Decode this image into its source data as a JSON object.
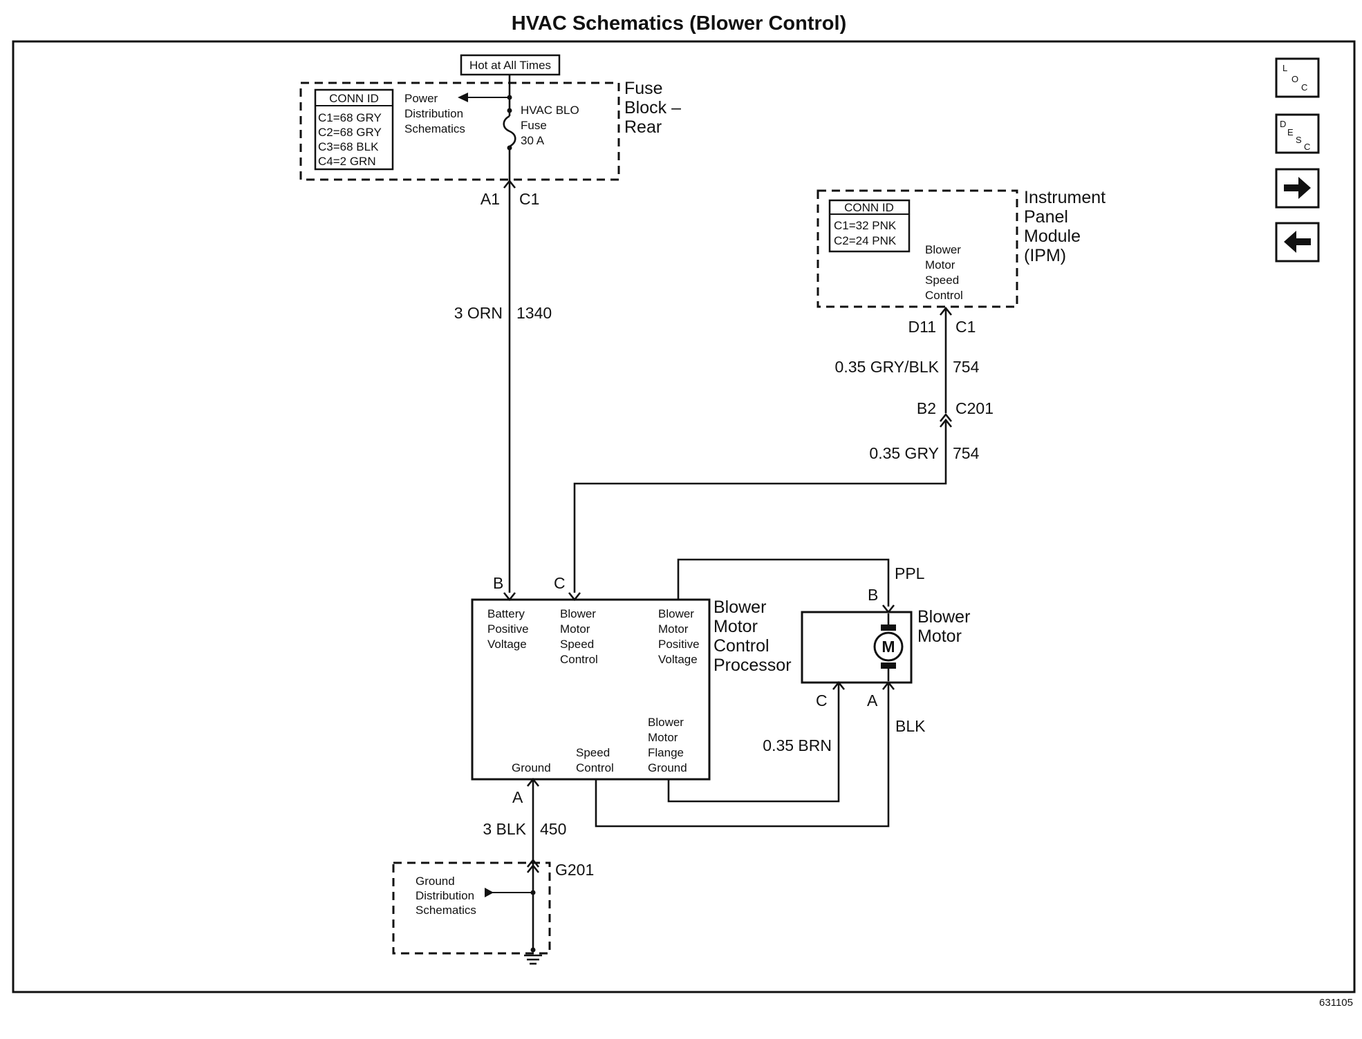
{
  "title": "HVAC Schematics (Blower Control)",
  "hot_label": "Hot at All Times",
  "fuse_block": {
    "name": [
      "Fuse",
      "Block –",
      "Rear"
    ],
    "conn_header": "CONN ID",
    "conn_rows": [
      "C1=68 GRY",
      "C2=68 GRY",
      "C3=68 BLK",
      "C4=2 GRN"
    ],
    "power_ref": [
      "Power",
      "Distribution",
      "Schematics"
    ],
    "fuse_label": [
      "HVAC BLO",
      "Fuse",
      "30 A"
    ],
    "pin": "A1",
    "connector": "C1"
  },
  "wire_1340": {
    "size_color": "3 ORN",
    "circuit": "1340"
  },
  "ipm": {
    "name": [
      "Instrument",
      "Panel",
      "Module",
      "(IPM)"
    ],
    "conn_header": "CONN ID",
    "conn_rows": [
      "C1=32 PNK",
      "C2=24 PNK"
    ],
    "function": [
      "Blower",
      "Motor",
      "Speed",
      "Control"
    ],
    "pin": "D11",
    "connector": "C1"
  },
  "wire_754_upper": {
    "size_color": "0.35 GRY/BLK",
    "circuit": "754"
  },
  "inline_connector": {
    "pin": "B2",
    "connector": "C201"
  },
  "wire_754_lower": {
    "size_color": "0.35 GRY",
    "circuit": "754"
  },
  "processor": {
    "name": [
      "Blower",
      "Motor",
      "Control",
      "Processor"
    ],
    "pin_b": "B",
    "pin_c": "C",
    "pin_a": "A",
    "func_battery": [
      "Battery",
      "Positive",
      "Voltage"
    ],
    "func_speed_in": [
      "Blower",
      "Motor",
      "Speed",
      "Control"
    ],
    "func_motor_pos": [
      "Blower",
      "Motor",
      "Positive",
      "Voltage"
    ],
    "func_ground": "Ground",
    "func_speed_out": [
      "Speed",
      "Control"
    ],
    "func_flange": [
      "Blower",
      "Motor",
      "Flange",
      "Ground"
    ]
  },
  "blower_motor": {
    "name": [
      "Blower",
      "Motor"
    ],
    "symbol": "M",
    "pin_b": "B",
    "pin_c": "C",
    "pin_a": "A",
    "wire_b": "PPL",
    "wire_a": "BLK",
    "wire_c": "0.35 BRN"
  },
  "wire_450": {
    "size_color": "3 BLK",
    "circuit": "450"
  },
  "ground": {
    "name": "G201",
    "ref": [
      "Ground",
      "Distribution",
      "Schematics"
    ]
  },
  "nav": {
    "loc": {
      "a": "L",
      "b": "O",
      "c": "C"
    },
    "desc": {
      "a": "D",
      "b": "E",
      "c": "S",
      "d": "C"
    }
  },
  "figure_number": "631105"
}
